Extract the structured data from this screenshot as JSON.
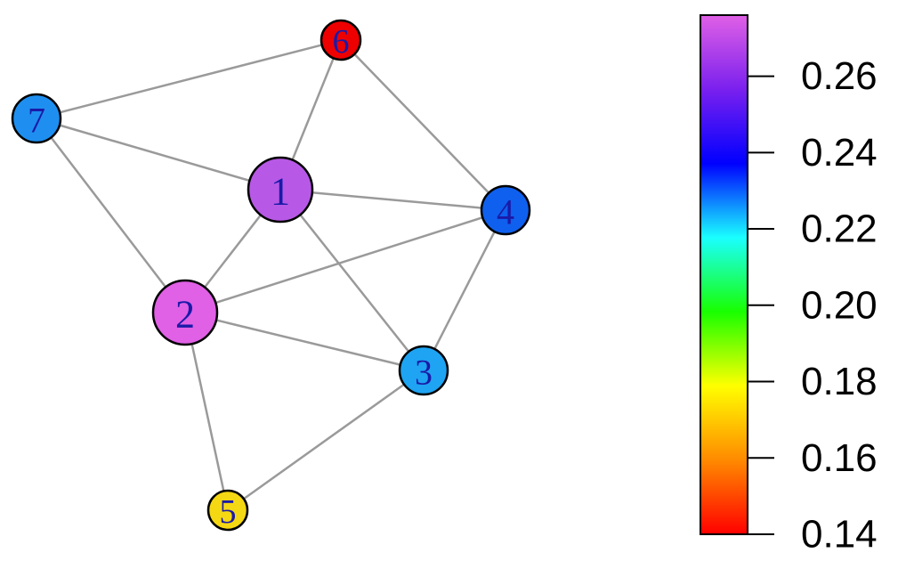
{
  "graph": {
    "nodes": [
      {
        "id": "1",
        "label": "1",
        "value": 0.272,
        "color": "#b759e6",
        "size": "large"
      },
      {
        "id": "2",
        "label": "2",
        "value": 0.276,
        "color": "#e060e6",
        "size": "large"
      },
      {
        "id": "3",
        "label": "3",
        "value": 0.238,
        "color": "#1ea4f2",
        "size": "medium"
      },
      {
        "id": "4",
        "label": "4",
        "value": 0.25,
        "color": "#0f60ee",
        "size": "medium"
      },
      {
        "id": "5",
        "label": "5",
        "value": 0.18,
        "color": "#f5d814",
        "size": "small"
      },
      {
        "id": "6",
        "label": "6",
        "value": 0.14,
        "color": "#ee0000",
        "size": "small"
      },
      {
        "id": "7",
        "label": "7",
        "value": 0.243,
        "color": "#1e8ff0",
        "size": "medium"
      }
    ],
    "edges": [
      [
        "6",
        "7"
      ],
      [
        "6",
        "1"
      ],
      [
        "6",
        "4"
      ],
      [
        "7",
        "1"
      ],
      [
        "7",
        "2"
      ],
      [
        "1",
        "4"
      ],
      [
        "1",
        "2"
      ],
      [
        "1",
        "3"
      ],
      [
        "2",
        "4"
      ],
      [
        "2",
        "3"
      ],
      [
        "2",
        "5"
      ],
      [
        "4",
        "3"
      ],
      [
        "3",
        "5"
      ]
    ],
    "edge_color": "#9a9a9a"
  },
  "colorbar": {
    "ticks": [
      "0.14",
      "0.16",
      "0.18",
      "0.20",
      "0.22",
      "0.24",
      "0.26"
    ],
    "range": [
      0.14,
      0.276
    ],
    "gradient": [
      "#ff0000",
      "#ff8a00",
      "#ffff00",
      "#19ff00",
      "#1affff",
      "#0000ff",
      "#7a20ee",
      "#e060e6"
    ]
  }
}
